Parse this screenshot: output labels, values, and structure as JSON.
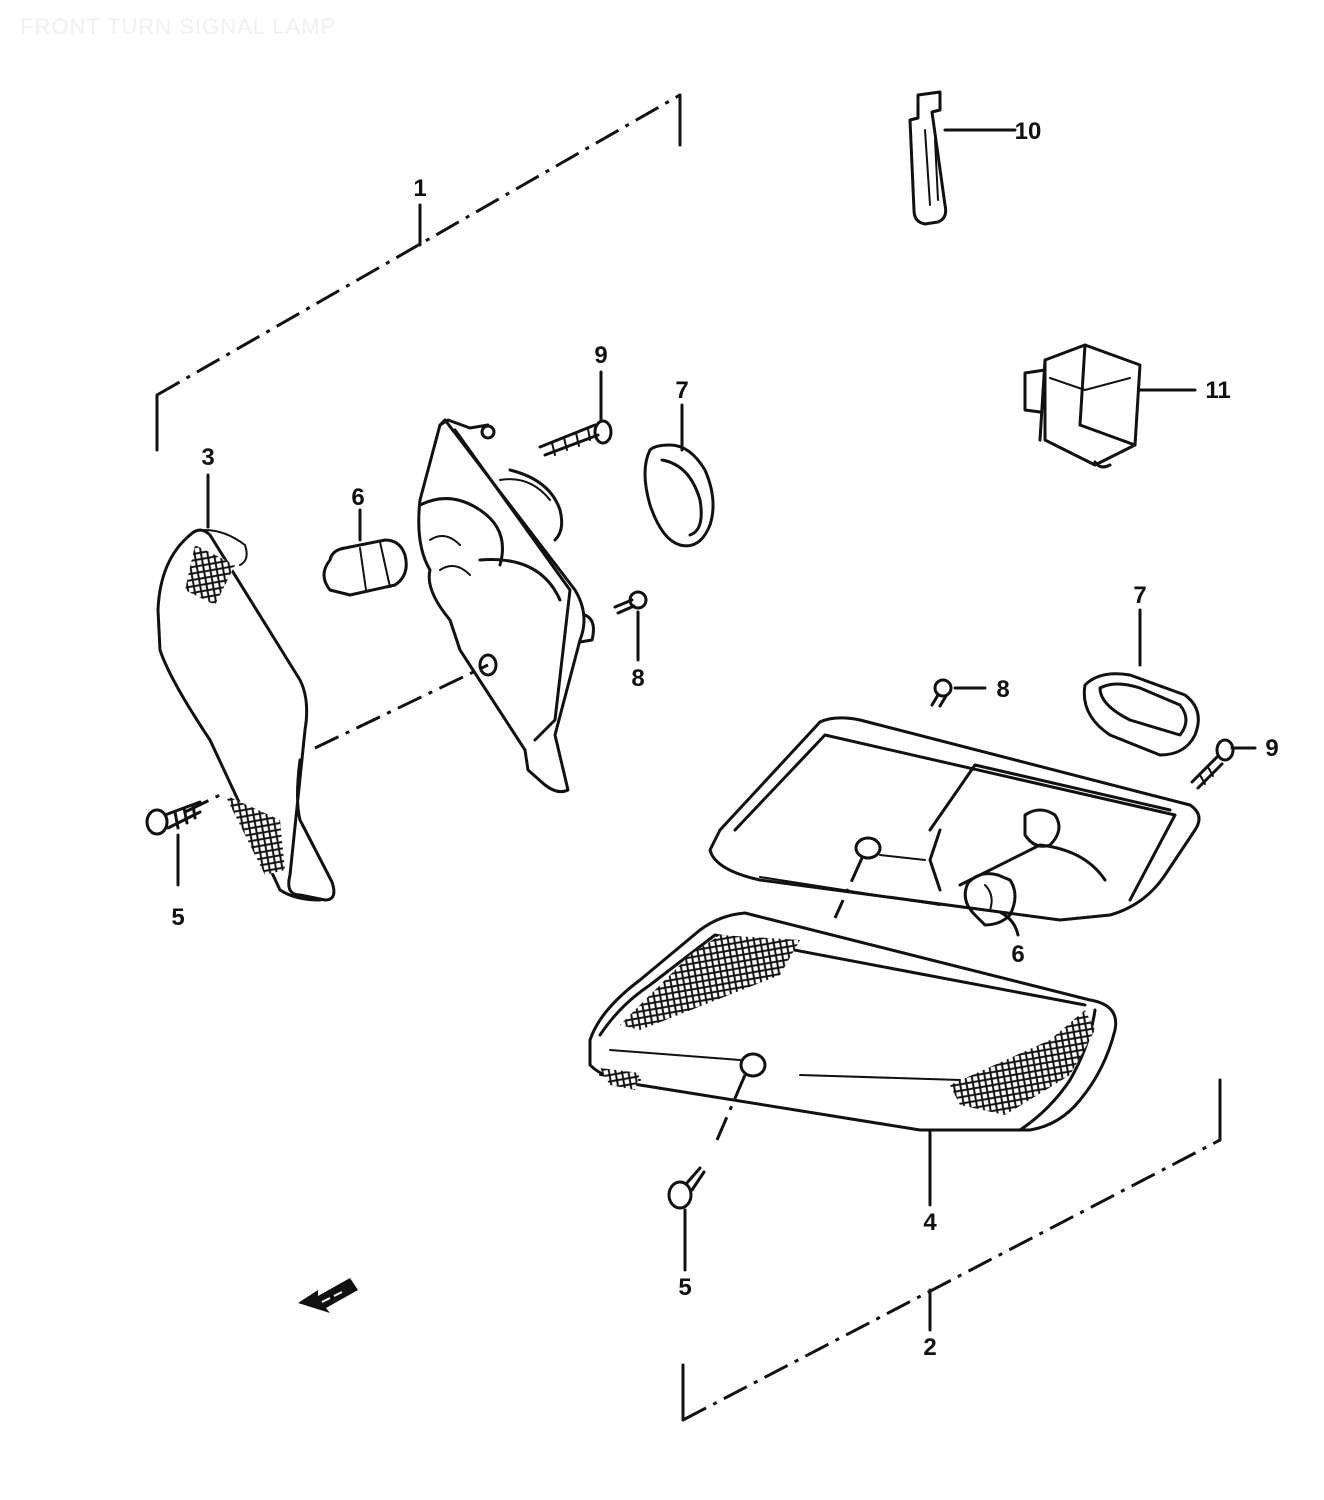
{
  "title": "FRONT TURN SIGNAL LAMP",
  "callouts": {
    "c1": "1",
    "c2": "2",
    "c3": "3",
    "c4": "4",
    "c5a": "5",
    "c5b": "5",
    "c6a": "6",
    "c6b": "6",
    "c7a": "7",
    "c7b": "7",
    "c8a": "8",
    "c8b": "8",
    "c9a": "9",
    "c9b": "9",
    "c10": "10",
    "c11": "11"
  },
  "icons": [
    "front-direction-arrow-icon"
  ]
}
